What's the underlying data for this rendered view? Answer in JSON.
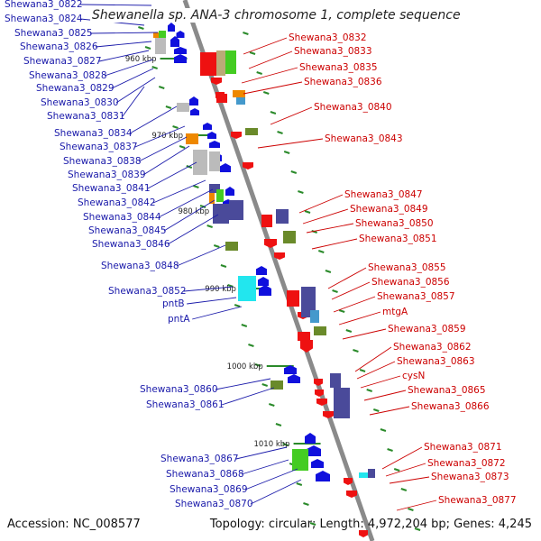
{
  "title": "Shewanella sp. ANA-3 chromosome 1, complete sequence",
  "accession": "Accession: NC_008577",
  "topology": "Topology: circular; Length: 4,972,204 bp; Genes: 4,245",
  "colors": {
    "backbone": "#8a8a8a",
    "forward_label": "#cc0000",
    "reverse_label": "#1a1aaa",
    "tick": "#2a8a2a",
    "reverse_gene": "#1010dd",
    "forward_gene": "#ee1111",
    "purple_feature": "#4a4a9a",
    "olive_feature": "#6a8a2a",
    "green_feature": "#44cc22",
    "tan_feature": "#bbaa77",
    "gray_feature": "#bbbbbb",
    "orange_feature": "#ee8800",
    "cyan_feature": "#22e6ee",
    "lightblue_feature": "#4499cc"
  },
  "kbp_markers": [
    {
      "label": "960 kbp"
    },
    {
      "label": "970 kbp"
    },
    {
      "label": "980 kbp"
    },
    {
      "label": "990 kbp"
    },
    {
      "label": "1000 kbp"
    },
    {
      "label": "1010 kbp"
    }
  ],
  "left_labels": [
    "Shewana3_0822",
    "Shewana3_0824",
    "Shewana3_0825",
    "Shewana3_0826",
    "Shewana3_0827",
    "Shewana3_0828",
    "Shewana3_0829",
    "Shewana3_0830",
    "Shewana3_0831",
    "Shewana3_0834",
    "Shewana3_0837",
    "Shewana3_0838",
    "Shewana3_0839",
    "Shewana3_0841",
    "Shewana3_0842",
    "Shewana3_0844",
    "Shewana3_0845",
    "Shewana3_0846",
    "Shewana3_0848",
    "Shewana3_0852",
    "pntB",
    "pntA",
    "Shewana3_0860",
    "Shewana3_0861",
    "Shewana3_0867",
    "Shewana3_0868",
    "Shewana3_0869",
    "Shewana3_0870"
  ],
  "right_labels": [
    "Shewana3_0832",
    "Shewana3_0833",
    "Shewana3_0835",
    "Shewana3_0836",
    "Shewana3_0840",
    "Shewana3_0843",
    "Shewana3_0847",
    "Shewana3_0849",
    "Shewana3_0850",
    "Shewana3_0851",
    "Shewana3_0855",
    "Shewana3_0856",
    "Shewana3_0857",
    "mtgA",
    "Shewana3_0859",
    "Shewana3_0862",
    "Shewana3_0863",
    "cysN",
    "Shewana3_0865",
    "Shewana3_0866",
    "Shewana3_0871",
    "Shewana3_0872",
    "Shewana3_0873",
    "Shewana3_0877"
  ]
}
